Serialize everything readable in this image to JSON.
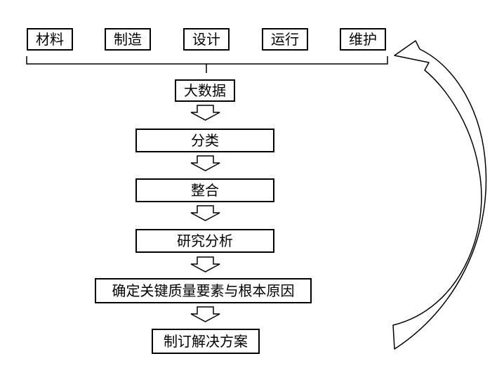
{
  "top_row": [
    "材料",
    "制造",
    "设计",
    "运行",
    "维护"
  ],
  "flow": [
    "大数据",
    "分类",
    "整合",
    "研究分析",
    "确定关键质量要素与根本原因",
    "制订解决方案"
  ]
}
